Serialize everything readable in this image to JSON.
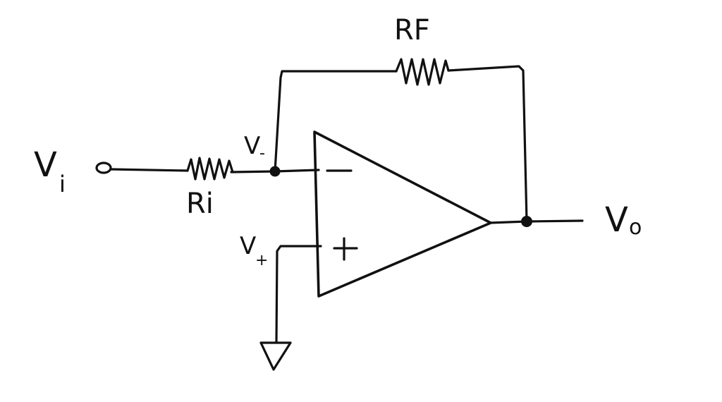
{
  "labels": {
    "input_voltage": "V",
    "input_voltage_sub": "i",
    "output_voltage": "V",
    "output_voltage_sub": "o",
    "inverting_node": "V",
    "inverting_node_sub": "-",
    "noninverting_node": "V",
    "noninverting_node_sub": "+",
    "input_resistor": "Ri",
    "feedback_resistor": "RF",
    "inverting_input_sign": "−",
    "noninverting_input_sign": "+"
  },
  "colors": {
    "ink": "#111111",
    "background": "#ffffff"
  },
  "components": {
    "amplifier": "op-amp",
    "ground": "ground-symbol"
  }
}
